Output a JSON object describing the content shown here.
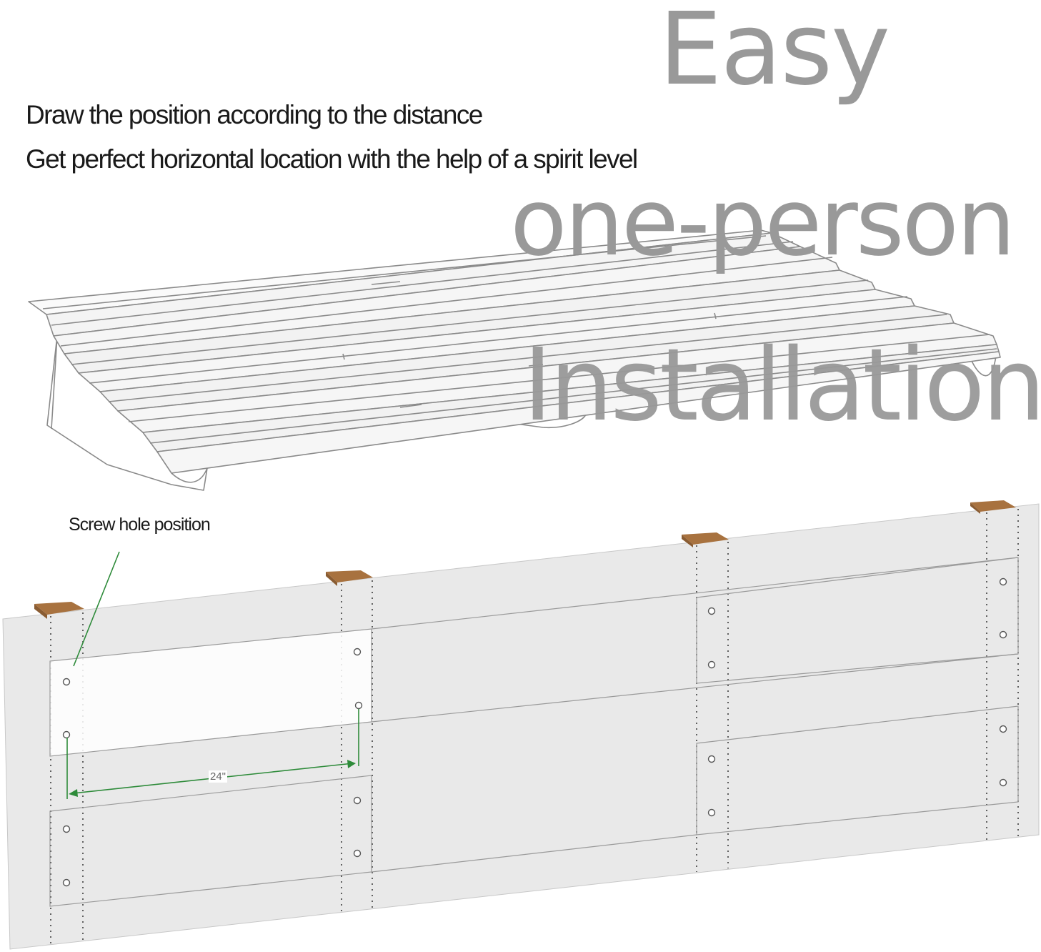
{
  "headline": {
    "easy": "Easy",
    "one_person": "one-person",
    "installation": "Installation"
  },
  "instructions": [
    "Draw the position according to the distance",
    "Get perfect horizontal location with the help of a spirit level"
  ],
  "diagram": {
    "screw_label": "Screw hole position",
    "dimension_label": "24\""
  },
  "colors": {
    "headline": "#999999",
    "text": "#1a1a1a",
    "wall": "#e9e9e9",
    "stud": "#a8723f",
    "dimension": "#2e8b3a"
  }
}
